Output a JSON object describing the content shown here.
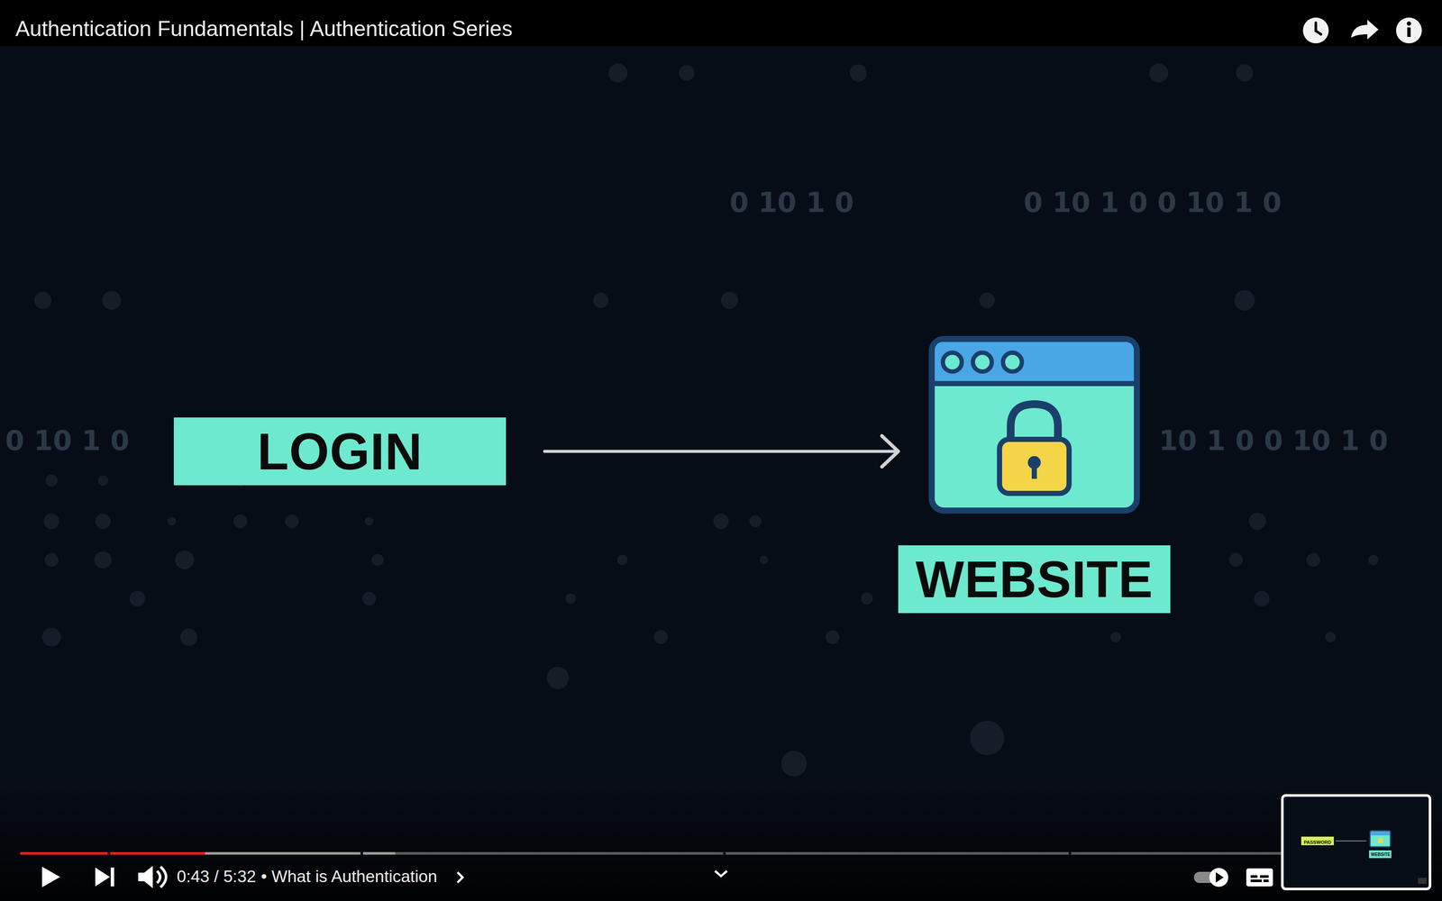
{
  "diagram": {
    "title": "Authentication Fundamentals | Authentication Series",
    "nodes": [
      {
        "text": [
          "LOGIN"
        ]
      },
      {
        "text": [
          "WEBSITE"
        ]
      }
    ],
    "edges": [
      {
        "from": 0,
        "to": 1,
        "arrow": "to"
      }
    ],
    "labels": [
      "0 10 1 0",
      "0 10 1 0 0 10 1 0",
      "0 10 1 0",
      "10 1 0 0 10 1 0",
      "0:43 / 5:32",
      "• What is Authentication",
      "PASSWORD",
      "WEBSITE"
    ]
  }
}
